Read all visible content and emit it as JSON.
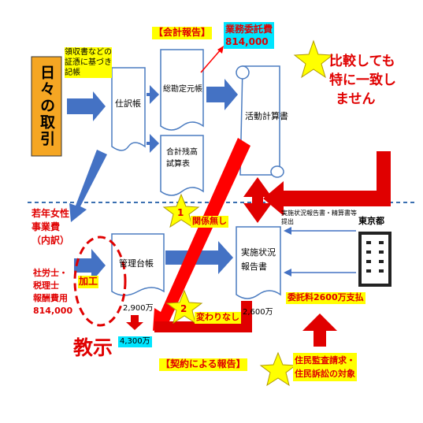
{
  "daily": {
    "label": "日々の取引"
  },
  "receipts": {
    "line1": "領収書などの",
    "line2": "証憑に基づき",
    "line3": "記帳"
  },
  "journal": {
    "label": "仕訳帳"
  },
  "ledger": {
    "label": "総勘定元帳"
  },
  "trial": {
    "line1": "合計残高",
    "line2": "試算表"
  },
  "activity": {
    "label": "活動計算書"
  },
  "accounting_report": {
    "label": "【会計報告】"
  },
  "contract_fee": {
    "line1": "業務委託費",
    "line2": "814,000"
  },
  "mismatch": {
    "line1": "比較しても",
    "line2": "特に一致し",
    "line3": "ません"
  },
  "young_women": {
    "line1": "若年女性",
    "line2": "事業費",
    "line3": "（内訳）"
  },
  "labor": {
    "line1": "社労士・",
    "line2": "税理士",
    "line3": "報酬費用",
    "line4": "814,000"
  },
  "processing": {
    "label": "加工"
  },
  "ledger_mgmt": {
    "label": "管理台帳"
  },
  "amounts": {
    "a2900": "2,900万",
    "a4300": "4,300万",
    "a2600": "2,600万"
  },
  "instruction": {
    "label": "教示"
  },
  "impl_report": {
    "line1": "実施状況",
    "line2": "報告書"
  },
  "badge1": {
    "num": "1",
    "label": "関係無し"
  },
  "badge2": {
    "num": "2",
    "label": "変わりなし"
  },
  "submit": {
    "line1": "実施状況報告書・精算書等",
    "line2": "提出"
  },
  "tokyo": {
    "label": "東京都"
  },
  "payment": {
    "label": "委託料2600万支払"
  },
  "contract_report": {
    "label": "【契約による報告】"
  },
  "audit": {
    "line1": "住民監査請求・",
    "line2": "住民訴訟の対象"
  },
  "colors": {
    "red": "#ff0000",
    "blue": "#4472c4",
    "yellow": "#ffff00",
    "cyan": "#00e5ff",
    "orange": "#f5a623"
  }
}
